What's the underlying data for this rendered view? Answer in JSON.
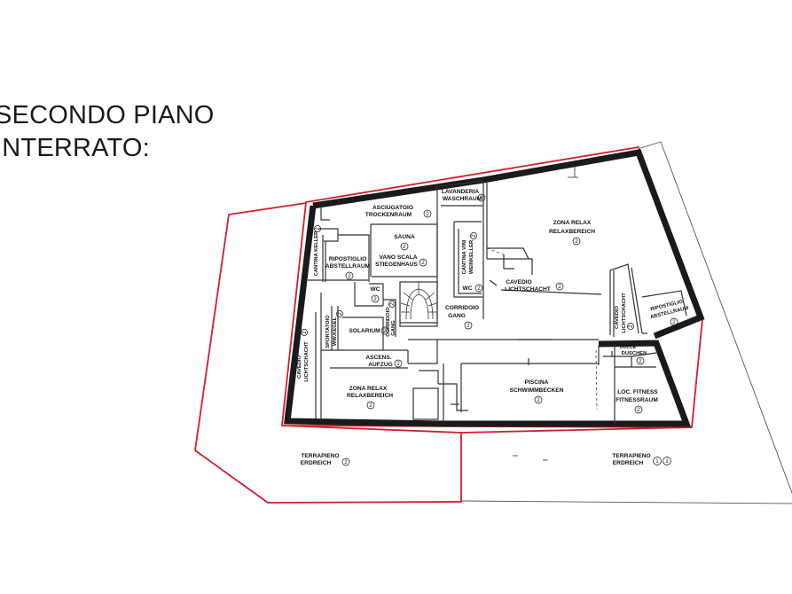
{
  "title": {
    "line1": "SECONDO PIANO",
    "line2": "INTERRATO:"
  },
  "colors": {
    "boundary": "#d21e2c",
    "walls": "#1a1a1a",
    "thin_lines": "#333333"
  },
  "rooms": {
    "asciugatoio": {
      "l1": "ASCIUGATOIO",
      "l2": "TROCKENRAUM",
      "n": "2"
    },
    "lavanderia": {
      "l1": "LAVANDERIA",
      "l2": "WASCHRAUM",
      "n": "2"
    },
    "zona_relax_top": {
      "l1": "ZONA RELAX",
      "l2": "RELAXBEREICH",
      "n": "2"
    },
    "sauna": {
      "l1": "SAUNA",
      "n": "2"
    },
    "vano_scala": {
      "l1": "VANO SCALA",
      "l2": "STIEGENHAUS",
      "n": "2"
    },
    "cantina_left": {
      "l1": "CANTINA KELLER",
      "n": "2"
    },
    "ripostiglio_left": {
      "l1": "RIPOSTIGLIO",
      "l2": "ABSTELLRAUM",
      "n": "2"
    },
    "cantina_vini": {
      "l1": "CANTINA VINI",
      "l2": "WEINKELLER",
      "n": "2"
    },
    "wc_right": {
      "l1": "WC",
      "n": "2"
    },
    "cavedio_mid": {
      "l1": "CAVEDIO",
      "l2": "LICHTSCHACHT",
      "n": "2"
    },
    "wc_left": {
      "l1": "WC",
      "n": "2"
    },
    "corridoio_small": {
      "l1": "CORRIDOIO",
      "l2": "GANG",
      "n": "2"
    },
    "corridoio_main": {
      "l1": "CORRIDOIO",
      "l2": "GANG",
      "n": "2"
    },
    "sportatoio": {
      "l1": "SPORTATOIO",
      "l2": "WW.KEGEL",
      "n": "2"
    },
    "solarium": {
      "l1": "SOLARIUM",
      "n": "2"
    },
    "ripostiglio_right": {
      "l1": "RIPOSTIGLIO",
      "l2": "ABSTELLRAUM",
      "n": "2"
    },
    "cavedio_right": {
      "l1": "CAVEDIO",
      "l2": "LICHTSCHACHT",
      "n": "2"
    },
    "cavedio_left": {
      "l1": "CAVEDIO",
      "l2": "LICHTSCHACHT",
      "n": "2"
    },
    "ascensore": {
      "l1": "ASCENS.",
      "l2": "AUFZUG",
      "n": "2"
    },
    "docce": {
      "l1": "DOCCE",
      "l2": "DUSCHEN",
      "n": "2"
    },
    "zona_relax_bottom": {
      "l1": "ZONA RELAX",
      "l2": "RELAXBEREICH",
      "n": "2"
    },
    "piscina": {
      "l1": "PISCINA",
      "l2": "SCHWIMMBECKEN",
      "n": "2"
    },
    "loc_fitness": {
      "l1": "LOC. FITNESS",
      "l2": "FITNESSRAUM",
      "n": "2"
    },
    "terrapieno_left": {
      "l1": "TERRAPIENO",
      "l2": "ERDREICH",
      "n": "2"
    },
    "terrapieno_right": {
      "l1": "TERRAPIENO",
      "l2": "ERDREICH",
      "n1": "1",
      "n2": "2"
    }
  }
}
